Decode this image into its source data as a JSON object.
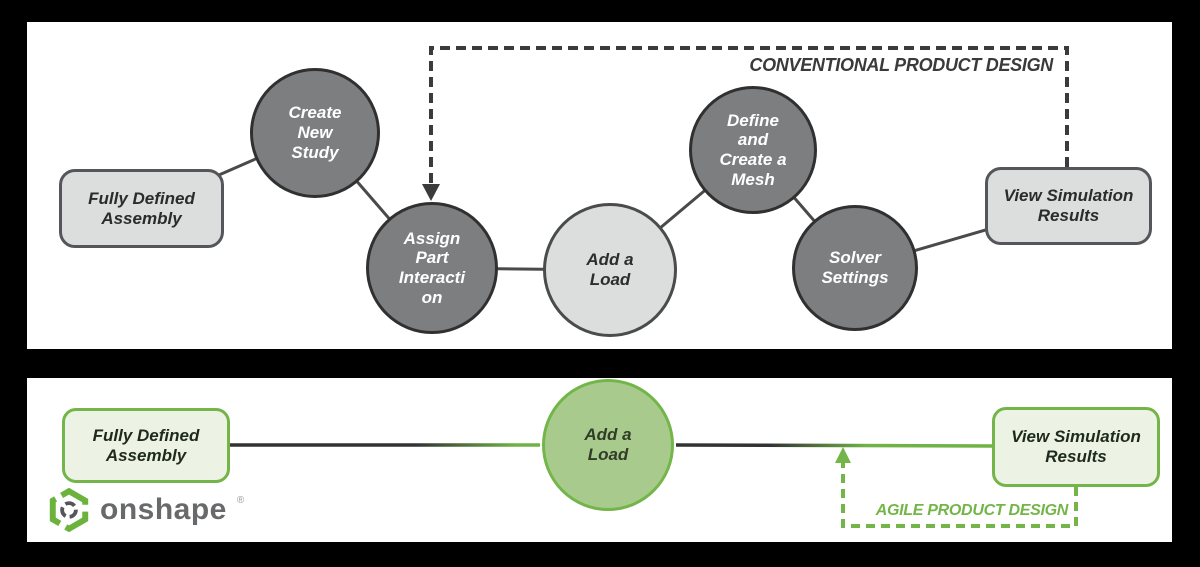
{
  "top_panel": {
    "loop_label": "CONVENTIONAL PRODUCT DESIGN",
    "nodes": [
      {
        "id": "fully-defined-assembly",
        "shape": "rounded-box",
        "text": "Fully Defined\nAssembly"
      },
      {
        "id": "create-new-study",
        "shape": "circle-dark",
        "text": "Create\nNew\nStudy"
      },
      {
        "id": "assign-part-interaction",
        "shape": "circle-dark",
        "text": "Assign\nPart\nInteracti\non"
      },
      {
        "id": "add-a-load",
        "shape": "circle-light",
        "text": "Add a\nLoad"
      },
      {
        "id": "define-and-create-mesh",
        "shape": "circle-dark",
        "text": "Define\nand\nCreate a\nMesh"
      },
      {
        "id": "solver-settings",
        "shape": "circle-dark",
        "text": "Solver\nSettings"
      },
      {
        "id": "view-simulation-results",
        "shape": "rounded-box",
        "text": "View Simulation\nResults"
      }
    ]
  },
  "bottom_panel": {
    "loop_label": "AGILE PRODUCT DESIGN",
    "nodes": [
      {
        "id": "fully-defined-assembly",
        "shape": "rounded-box-green",
        "text": "Fully Defined\nAssembly"
      },
      {
        "id": "add-a-load",
        "shape": "circle-green",
        "text": "Add a\nLoad"
      },
      {
        "id": "view-simulation-results",
        "shape": "rounded-box-green",
        "text": "View Simulation\nResults"
      }
    ]
  },
  "brand": {
    "logo_text": "onshape",
    "registered": "®"
  },
  "colors": {
    "background": "#000000",
    "panel": "#ffffff",
    "dark_node_fill": "#7d7e80",
    "dark_node_border": "#303030",
    "light_node_fill": "#dcdddd",
    "light_node_border": "#55565a",
    "green_accent": "#74b549",
    "green_circle_fill": "#a8cb8d",
    "green_box_fill": "#edf3e4",
    "conventional_label": "#3a3a3a",
    "connector_dark": "#4a4a4a"
  }
}
